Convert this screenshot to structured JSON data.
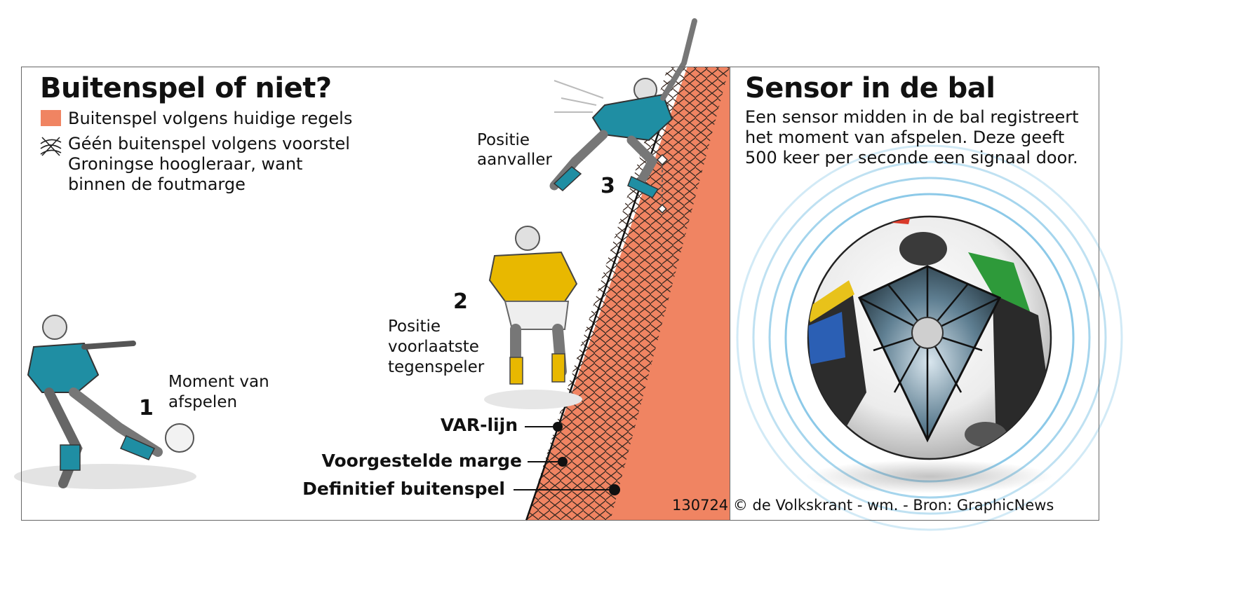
{
  "left": {
    "title": "Buitenspel of niet?",
    "legend": {
      "offside_label": "Buitenspel volgens huidige regels",
      "margin_label_lines": [
        "Géén buitenspel volgens voorstel",
        "Groningse hoogleraar, want",
        "binnen de foutmarge"
      ]
    },
    "moments": [
      {
        "number": "1",
        "lines": [
          "Moment van",
          "afspelen"
        ]
      },
      {
        "number": "2",
        "lines": [
          "Positie",
          "voorlaatste",
          "tegenspeler"
        ]
      },
      {
        "number": "3",
        "lines": [
          "Positie",
          "aanvaller"
        ]
      }
    ],
    "callouts": {
      "var_line": "VAR-lijn",
      "proposed_margin": "Voorgestelde marge",
      "definitive_offside": "Definitief buitenspel"
    }
  },
  "right": {
    "title": "Sensor in de bal",
    "description_lines": [
      "Een sensor midden in de bal registreert",
      "het moment van afspelen. Deze geeft",
      "500 keer per seconde een signaal door."
    ]
  },
  "credit": "130724 © de Volkskrant - wm. - Bron: GraphicNews",
  "colors": {
    "offside_fill": "#f08462",
    "player_attacker_shirt": "#1f8ea3",
    "player_defender_shirt": "#e8b800",
    "signal_rings": "#7fc3e6",
    "hatch_line": "#3a2a22"
  }
}
